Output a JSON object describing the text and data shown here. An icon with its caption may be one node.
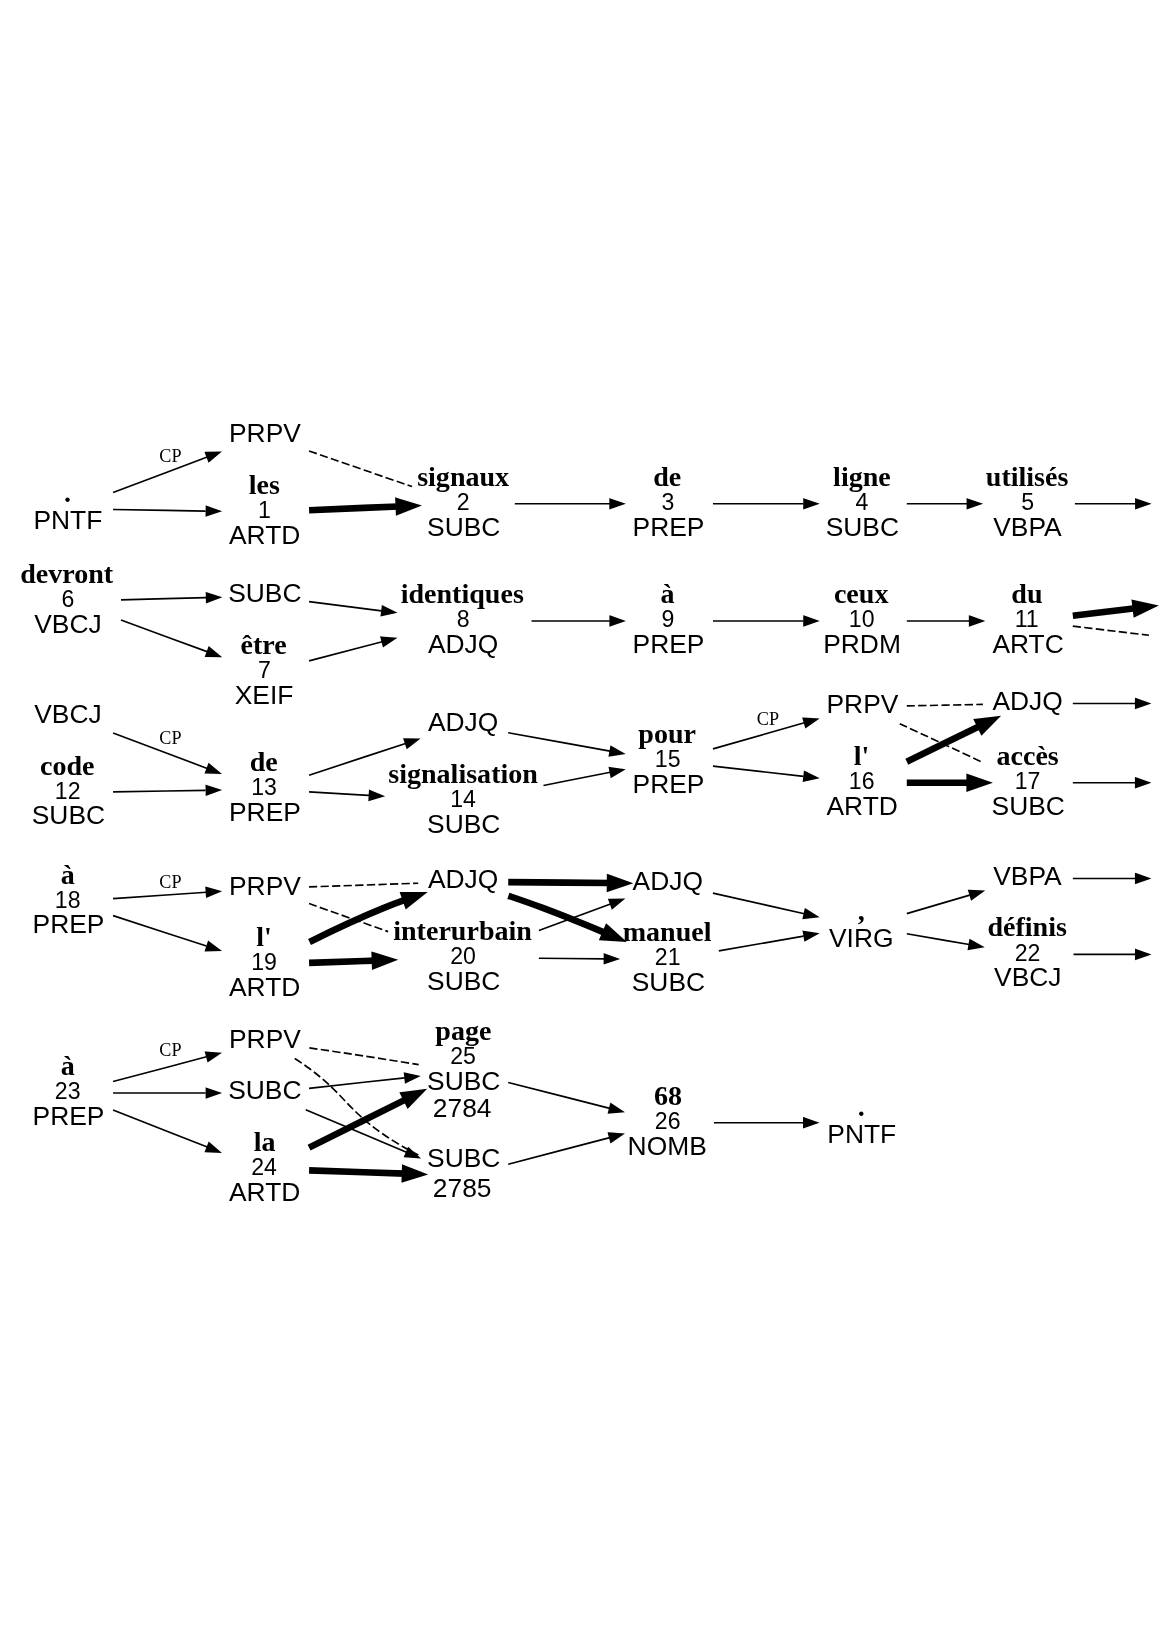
{
  "diagram": {
    "nodes": [
      {
        "text": [
          "PNTF"
        ],
        "beside": [
          "."
        ]
      },
      {
        "text": [
          "ARTD"
        ],
        "beside": [
          "les",
          "1"
        ]
      },
      {
        "text": [
          "PRPV"
        ]
      },
      {
        "text": [
          "SUBC"
        ],
        "beside": [
          "signaux",
          "2"
        ]
      },
      {
        "text": [
          "PREP"
        ],
        "beside": [
          "de",
          "3"
        ]
      },
      {
        "text": [
          "SUBC"
        ],
        "beside": [
          "ligne",
          "4"
        ]
      },
      {
        "text": [
          "VBPA"
        ],
        "beside": [
          "utilisés",
          "5"
        ]
      },
      {
        "text": [
          "VBCJ"
        ],
        "beside": [
          "devront",
          "6"
        ]
      },
      {
        "text": [
          "XEIF"
        ],
        "beside": [
          "être",
          "7"
        ]
      },
      {
        "text": [
          "SUBC"
        ]
      },
      {
        "text": [
          "ADJQ"
        ],
        "beside": [
          "identiques",
          "8"
        ]
      },
      {
        "text": [
          "PREP"
        ],
        "beside": [
          "à",
          "9"
        ]
      },
      {
        "text": [
          "PRDM"
        ],
        "beside": [
          "ceux",
          "10"
        ]
      },
      {
        "text": [
          "ARTC"
        ],
        "beside": [
          "du",
          "11"
        ]
      },
      {
        "text": [
          "SUBC"
        ],
        "beside": [
          "code",
          "12"
        ]
      },
      {
        "text": [
          "VBCJ"
        ]
      },
      {
        "text": [
          "PREP"
        ],
        "beside": [
          "de",
          "13"
        ]
      },
      {
        "text": [
          "SUBC"
        ],
        "beside": [
          "signalisation",
          "14"
        ]
      },
      {
        "text": [
          "ADJQ"
        ]
      },
      {
        "text": [
          "PREP"
        ],
        "beside": [
          "pour",
          "15"
        ]
      },
      {
        "text": [
          "ARTD"
        ],
        "beside": [
          "l'",
          "16"
        ]
      },
      {
        "text": [
          "PRPV"
        ]
      },
      {
        "text": [
          "SUBC"
        ],
        "beside": [
          "accès",
          "17"
        ]
      },
      {
        "text": [
          "ADJQ"
        ]
      },
      {
        "text": [
          "PREP"
        ],
        "beside": [
          "à",
          "18"
        ]
      },
      {
        "text": [
          "ARTD"
        ],
        "beside": [
          "l'",
          "19"
        ]
      },
      {
        "text": [
          "PRPV"
        ]
      },
      {
        "text": [
          "SUBC"
        ],
        "beside": [
          "interurbain",
          "20"
        ]
      },
      {
        "text": [
          "ADJQ"
        ]
      },
      {
        "text": [
          "SUBC"
        ],
        "beside": [
          "manuel",
          "21"
        ]
      },
      {
        "text": [
          "ADJQ"
        ]
      },
      {
        "text": [
          "VIRG"
        ],
        "beside": [
          ","
        ]
      },
      {
        "text": [
          "VBCJ"
        ],
        "beside": [
          "définis",
          "22"
        ]
      },
      {
        "text": [
          "VBPA"
        ]
      },
      {
        "text": [
          "PREP"
        ],
        "beside": [
          "à",
          "23"
        ]
      },
      {
        "text": [
          "ARTD"
        ],
        "beside": [
          "la",
          "24"
        ]
      },
      {
        "text": [
          "PRPV"
        ]
      },
      {
        "text": [
          "SUBC"
        ]
      },
      {
        "text": [
          "SUBC",
          "2784"
        ],
        "beside": [
          "page",
          "25"
        ]
      },
      {
        "text": [
          "SUBC",
          "2785"
        ]
      },
      {
        "text": [
          "NOMB"
        ],
        "beside": [
          "68",
          "26"
        ]
      },
      {
        "text": [
          "PNTF"
        ],
        "beside": [
          "."
        ]
      }
    ],
    "edges": [
      {
        "from": 0,
        "to": 1,
        "arrow": "to"
      },
      {
        "from": 0,
        "to": 2,
        "arrow": "to",
        "label": "CP"
      },
      {
        "from": 1,
        "to": 3,
        "arrow": "to",
        "style": "thick"
      },
      {
        "from": 2,
        "to": 3,
        "arrow": "none",
        "style": "dashed"
      },
      {
        "from": 3,
        "to": 4,
        "arrow": "to"
      },
      {
        "from": 4,
        "to": 5,
        "arrow": "to"
      },
      {
        "from": 5,
        "to": 6,
        "arrow": "to"
      },
      {
        "from": 6,
        "to": null,
        "arrow": "to"
      },
      {
        "from": 7,
        "to": 8,
        "arrow": "to"
      },
      {
        "from": 7,
        "to": 9,
        "arrow": "to"
      },
      {
        "from": 8,
        "to": 10,
        "arrow": "to"
      },
      {
        "from": 9,
        "to": 10,
        "arrow": "to"
      },
      {
        "from": 10,
        "to": 11,
        "arrow": "to"
      },
      {
        "from": 11,
        "to": 12,
        "arrow": "to"
      },
      {
        "from": 12,
        "to": 13,
        "arrow": "to"
      },
      {
        "from": 13,
        "to": null,
        "arrow": "none",
        "style": "dashed"
      },
      {
        "from": 13,
        "to": null,
        "arrow": "to",
        "style": "thick"
      },
      {
        "from": 14,
        "to": 16,
        "arrow": "to"
      },
      {
        "from": 15,
        "to": 16,
        "arrow": "to",
        "label": "CP"
      },
      {
        "from": 16,
        "to": 17,
        "arrow": "to"
      },
      {
        "from": 16,
        "to": 18,
        "arrow": "to"
      },
      {
        "from": 17,
        "to": 19,
        "arrow": "to"
      },
      {
        "from": 18,
        "to": 19,
        "arrow": "to"
      },
      {
        "from": 19,
        "to": 20,
        "arrow": "to"
      },
      {
        "from": 19,
        "to": 21,
        "arrow": "to",
        "label": "CP"
      },
      {
        "from": 20,
        "to": 22,
        "arrow": "to",
        "style": "thick"
      },
      {
        "from": 20,
        "to": 23,
        "arrow": "to",
        "style": "thick"
      },
      {
        "from": 21,
        "to": 22,
        "arrow": "none",
        "style": "dashed"
      },
      {
        "from": 21,
        "to": 23,
        "arrow": "none",
        "style": "dashed"
      },
      {
        "from": 22,
        "to": null,
        "arrow": "to"
      },
      {
        "from": 23,
        "to": null,
        "arrow": "to"
      },
      {
        "from": 24,
        "to": 25,
        "arrow": "to"
      },
      {
        "from": 24,
        "to": 26,
        "arrow": "to",
        "label": "CP"
      },
      {
        "from": 25,
        "to": 27,
        "arrow": "to",
        "style": "thick"
      },
      {
        "from": 25,
        "to": 28,
        "arrow": "to",
        "style": "thick"
      },
      {
        "from": 26,
        "to": 27,
        "arrow": "none",
        "style": "dashed"
      },
      {
        "from": 26,
        "to": 28,
        "arrow": "none",
        "style": "dashed"
      },
      {
        "from": 27,
        "to": 29,
        "arrow": "to"
      },
      {
        "from": 27,
        "to": 30,
        "arrow": "to"
      },
      {
        "from": 28,
        "to": 29,
        "arrow": "to",
        "style": "thick"
      },
      {
        "from": 28,
        "to": 30,
        "arrow": "to",
        "style": "thick"
      },
      {
        "from": 29,
        "to": 31,
        "arrow": "to"
      },
      {
        "from": 30,
        "to": 31,
        "arrow": "to"
      },
      {
        "from": 31,
        "to": 32,
        "arrow": "to"
      },
      {
        "from": 31,
        "to": 33,
        "arrow": "to"
      },
      {
        "from": 32,
        "to": null,
        "arrow": "to"
      },
      {
        "from": 33,
        "to": null,
        "arrow": "to"
      },
      {
        "from": 34,
        "to": 35,
        "arrow": "to"
      },
      {
        "from": 34,
        "to": 36,
        "arrow": "to",
        "label": "CP"
      },
      {
        "from": 34,
        "to": 37,
        "arrow": "to"
      },
      {
        "from": 35,
        "to": 38,
        "arrow": "to",
        "style": "thick"
      },
      {
        "from": 35,
        "to": 39,
        "arrow": "to",
        "style": "thick"
      },
      {
        "from": 36,
        "to": 38,
        "arrow": "none",
        "style": "dashed"
      },
      {
        "from": 36,
        "to": 39,
        "arrow": "none",
        "style": "dashed"
      },
      {
        "from": 37,
        "to": 38,
        "arrow": "to"
      },
      {
        "from": 37,
        "to": 39,
        "arrow": "to"
      },
      {
        "from": 38,
        "to": 40,
        "arrow": "to"
      },
      {
        "from": 39,
        "to": 40,
        "arrow": "to"
      },
      {
        "from": 40,
        "to": 41,
        "arrow": "to"
      }
    ]
  }
}
